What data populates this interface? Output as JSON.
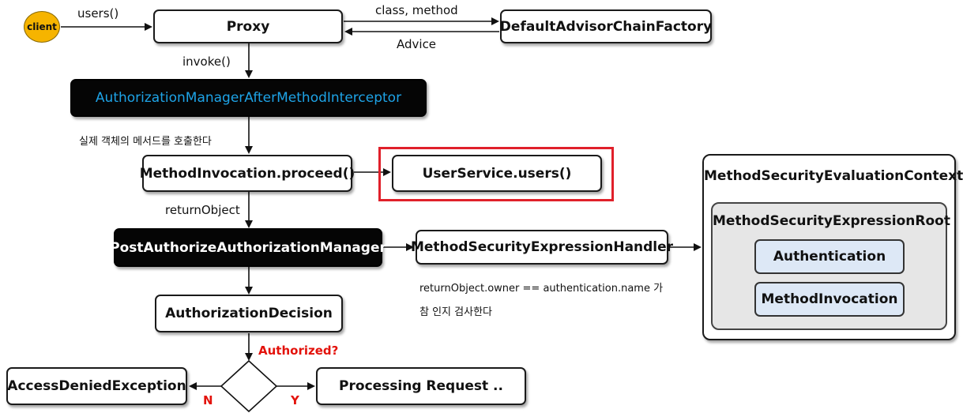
{
  "client": {
    "label": "client"
  },
  "nodes": {
    "proxy": "Proxy",
    "factory": "DefaultAdvisorChainFactory",
    "interceptor": "AuthorizationManagerAfterMethodInterceptor",
    "proceed": "MethodInvocation.proceed()",
    "target": "UserService.users()",
    "manager": "PostAuthorizeAuthorizationManager",
    "handler": "MethodSecurityExpressionHandler",
    "decision": "AuthorizationDecision",
    "denied": "AccessDeniedException",
    "processing": "Processing Request .."
  },
  "context": {
    "title": "MethodSecurityEvaluationContext",
    "root_title": "MethodSecurityExpressionRoot",
    "items": [
      "Authentication",
      "MethodInvocation"
    ]
  },
  "labels": {
    "users_call": "users()",
    "class_method": "class, method",
    "advice": "Advice",
    "invoke": "invoke()",
    "real_call": "실제 객체의 메서드를 호출한다",
    "return_object": "returnObject",
    "check_line1": "returnObject.owner == authentication.name 가",
    "check_line2": "참 인지 검사한다",
    "authorized_q": "Authorized?",
    "no": "N",
    "yes": "Y"
  },
  "colors": {
    "client_fill": "#f6b400",
    "highlight": "#e0202a",
    "interceptor_text": "#1ea3e6",
    "decision_label": "#e3120b",
    "context_item_fill": "#dde8f6"
  }
}
